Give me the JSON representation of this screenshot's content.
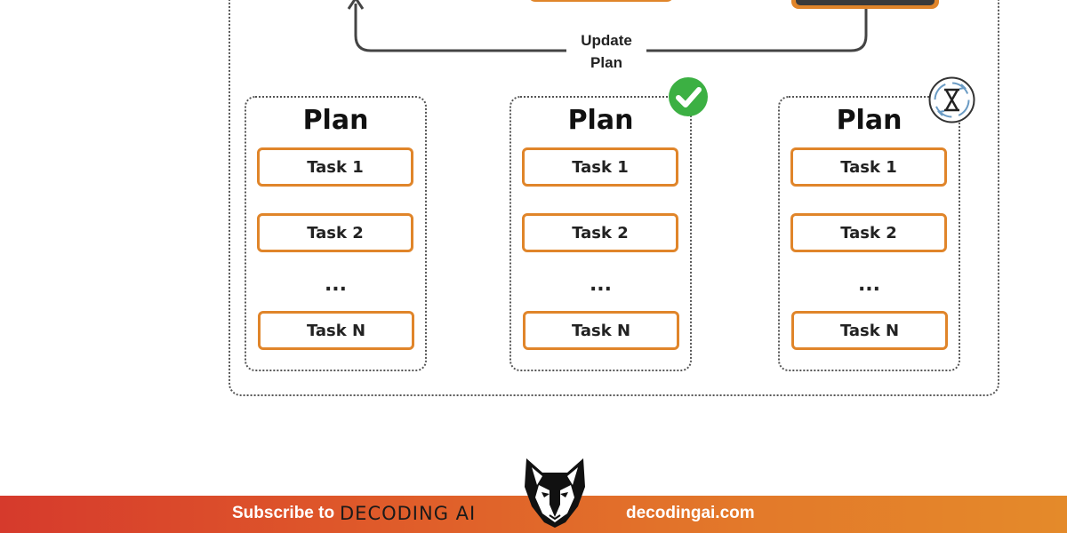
{
  "update_label_line1": "Update",
  "update_label_line2": "Plan",
  "plans": [
    {
      "title": "Plan",
      "status": "none",
      "tasks": [
        "Task 1",
        "Task 2",
        "Task N"
      ],
      "ellipsis": "..."
    },
    {
      "title": "Plan",
      "status": "completed",
      "tasks": [
        "Task 1",
        "Task 2",
        "Task N"
      ],
      "ellipsis": "..."
    },
    {
      "title": "Plan",
      "status": "pending",
      "tasks": [
        "Task 1",
        "Task 2",
        "Task N"
      ],
      "ellipsis": "..."
    }
  ],
  "footer": {
    "subscribe": "Subscribe to",
    "brand": "DECODING AI",
    "url": "decodingai.com"
  },
  "colors": {
    "task_border": "#e0852a",
    "check_green": "#3cb043",
    "footer_start": "#d63a2c",
    "footer_end": "#e48a2a"
  },
  "icons": [
    "check-icon",
    "hourglass-sync-icon",
    "arrow-up-icon",
    "cat-logo-icon"
  ]
}
